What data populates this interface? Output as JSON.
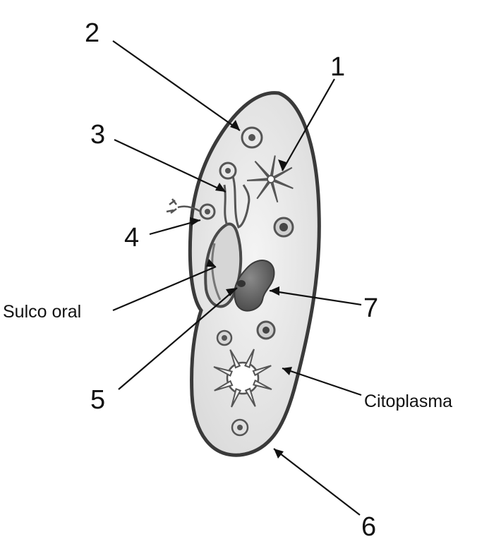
{
  "labels": {
    "n1": "1",
    "n2": "2",
    "n3": "3",
    "n4": "4",
    "n5": "5",
    "n6": "6",
    "n7": "7",
    "sulco_oral": "Sulco oral",
    "citoplasma": "Citoplasma"
  },
  "colors": {
    "cilia": "#555555",
    "membrane": "#3a3a3a",
    "cytoplasm": "#ececec",
    "nucleus": "#6a6a6a",
    "leader": "#111111"
  }
}
